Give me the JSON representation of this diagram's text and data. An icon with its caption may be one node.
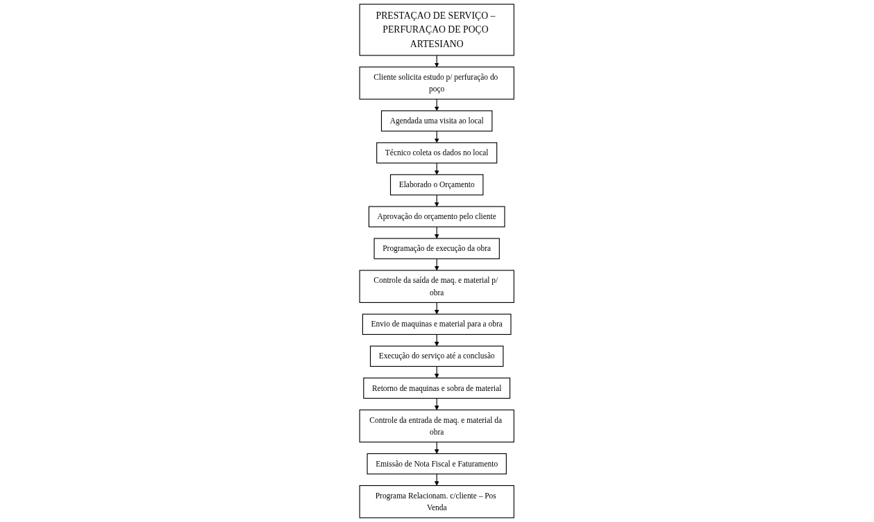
{
  "diagram": {
    "nodes": [
      {
        "text": [
          "PRESTAÇAO DE SERVIÇO – PERFURAÇAO DE POÇO ARTESIANO"
        ]
      },
      {
        "text": [
          "Cliente solicita estudo p/ perfuração do poço"
        ]
      },
      {
        "text": [
          "Agendada uma visita ao local"
        ]
      },
      {
        "text": [
          "Técnico coleta os dados no local"
        ]
      },
      {
        "text": [
          "Elaborado o Orçamento"
        ]
      },
      {
        "text": [
          "Aprovação do orçamento pelo cliente"
        ]
      },
      {
        "text": [
          "Programação de execução da obra"
        ]
      },
      {
        "text": [
          "Controle da saída de maq. e material p/ obra"
        ]
      },
      {
        "text": [
          "Envio de maquinas e material para a obra"
        ]
      },
      {
        "text": [
          "Execução do serviço até a conclusão"
        ]
      },
      {
        "text": [
          "Retorno de maquinas e sobra de material"
        ]
      },
      {
        "text": [
          "Controle da entrada de maq. e material da obra"
        ]
      },
      {
        "text": [
          "Emissão de Nota Fiscal e Faturamento"
        ]
      },
      {
        "text": [
          "Programa Relacionam. c/cliente – Pos Venda"
        ]
      }
    ],
    "edges": [
      {
        "from": 0,
        "to": 1,
        "arrow": "to"
      },
      {
        "from": 1,
        "to": 2,
        "arrow": "to"
      },
      {
        "from": 2,
        "to": 3,
        "arrow": "to"
      },
      {
        "from": 3,
        "to": 4,
        "arrow": "to"
      },
      {
        "from": 4,
        "to": 5,
        "arrow": "to"
      },
      {
        "from": 5,
        "to": 6,
        "arrow": "to"
      },
      {
        "from": 6,
        "to": 7,
        "arrow": "to"
      },
      {
        "from": 7,
        "to": 8,
        "arrow": "to"
      },
      {
        "from": 8,
        "to": 9,
        "arrow": "to"
      },
      {
        "from": 9,
        "to": 10,
        "arrow": "to"
      },
      {
        "from": 10,
        "to": 11,
        "arrow": "to"
      },
      {
        "from": 11,
        "to": 12,
        "arrow": "to"
      },
      {
        "from": 12,
        "to": 13,
        "arrow": "to"
      }
    ]
  }
}
